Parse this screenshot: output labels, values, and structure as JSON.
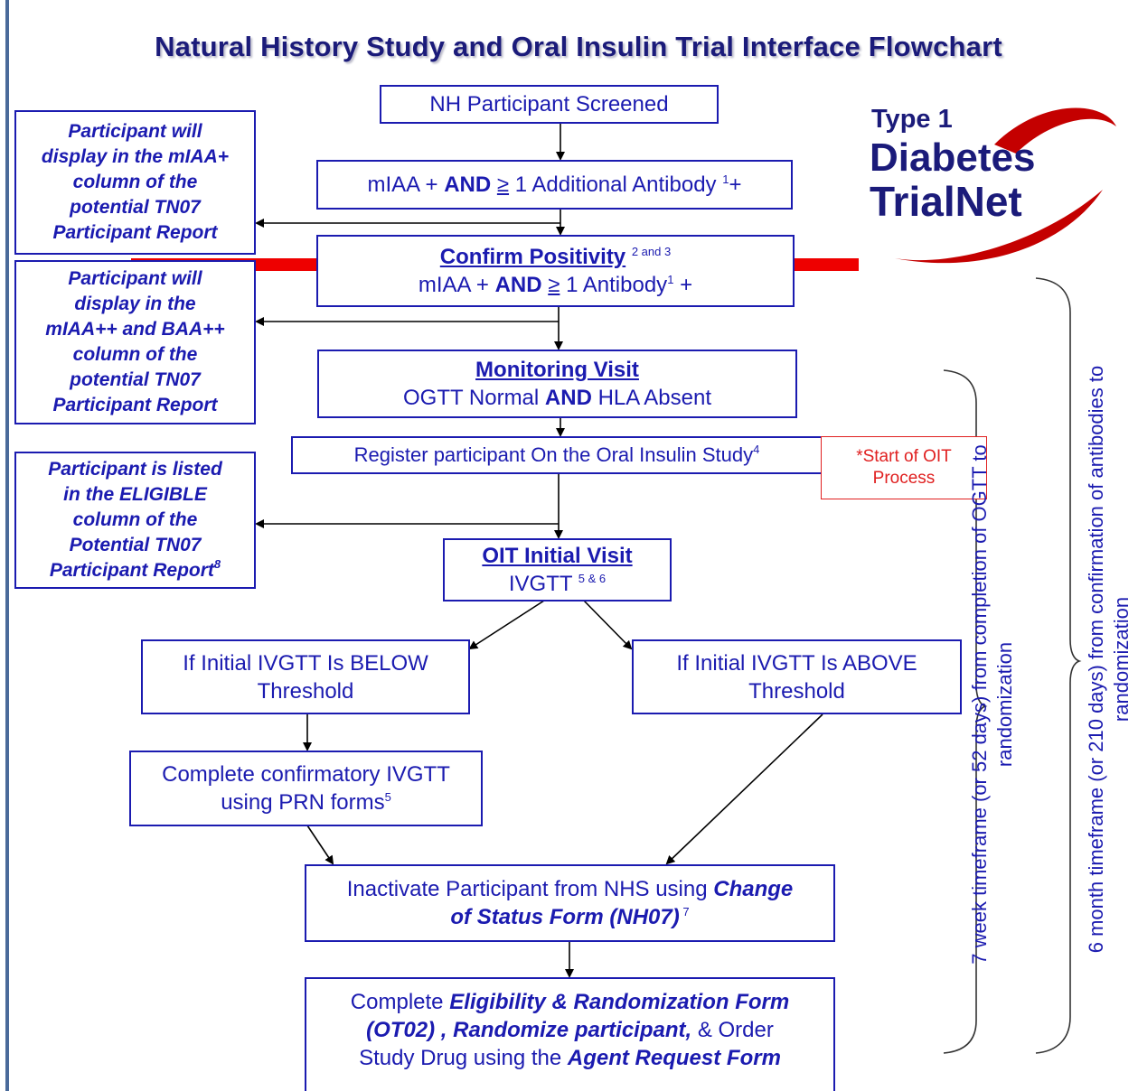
{
  "title": "Natural History Study and Oral Insulin Trial Interface Flowchart",
  "logo": {
    "line1": "Type 1",
    "line2": "Diabetes",
    "line3": "TrialNet"
  },
  "boxes": {
    "screened": "NH Participant Screened",
    "antibody": {
      "pre": "mIAA + ",
      "and": "AND",
      "ge": "≥",
      "post": " 1 Additional  Antibody ",
      "sup": "1",
      "tail": "+"
    },
    "confirm": {
      "title": "Confirm Positivity",
      "sup": "2 and 3",
      "pre": "mIAA + ",
      "and": "AND",
      "ge": "≥",
      "post": " 1 Antibody",
      "sup2": "1",
      "tail": " +"
    },
    "monitoring": {
      "title": "Monitoring Visit",
      "pre": "OGTT Normal ",
      "and": "AND",
      "post": " HLA Absent"
    },
    "register": {
      "text": "Register participant On the Oral Insulin Study",
      "sup": "4"
    },
    "oit_start": {
      "line1": "*Start of OIT",
      "line2": "Process"
    },
    "oit_initial": {
      "title": "OIT Initial Visit",
      "text": "IVGTT ",
      "sup": "5 & 6"
    },
    "below": {
      "line1": "If Initial IVGTT Is BELOW",
      "line2": "Threshold"
    },
    "above": {
      "line1": "If Initial IVGTT Is ABOVE",
      "line2": "Threshold"
    },
    "confirmatory": {
      "line1": "Complete confirmatory IVGTT",
      "line2": "using PRN forms",
      "sup": "5"
    },
    "inactivate": {
      "pre": "Inactivate Participant from NHS using ",
      "em1": "Change",
      "em2": "of Status Form (NH07)",
      "sup": " 7"
    },
    "eligibility": {
      "pre": "Complete ",
      "em1": "Eligibility & Randomization Form",
      "em2": "(OT02) , Randomize participant,",
      "mid": " & Order",
      "pre2": "Study Drug using the ",
      "em3": "Agent Request Form"
    }
  },
  "notes": {
    "note1": [
      "Participant will",
      "display in the mIAA+",
      "column of the",
      "potential TN07",
      "Participant Report"
    ],
    "note2": [
      "Participant will",
      "display in the",
      "mIAA++ and BAA++",
      "column of the",
      "potential TN07",
      "Participant Report"
    ],
    "note3": [
      "Participant is listed",
      "in the ELIGIBLE",
      "column of the",
      "Potential TN07"
    ],
    "note3_last": "Participant Report",
    "note3_sup": "8"
  },
  "timeframes": {
    "seven_week": {
      "line1": "7 week timeframe (or 52  days) from completion of OGTT to",
      "line2": "randomization"
    },
    "six_month": {
      "line1": "6 month timeframe (or 210 days) from confirmation of antibodies to",
      "line2": "randomization"
    }
  },
  "colors": {
    "text": "#1b1bb0",
    "title": "#1b1b7a",
    "red": "#ee0000",
    "logo_swoosh": "#c40000"
  }
}
